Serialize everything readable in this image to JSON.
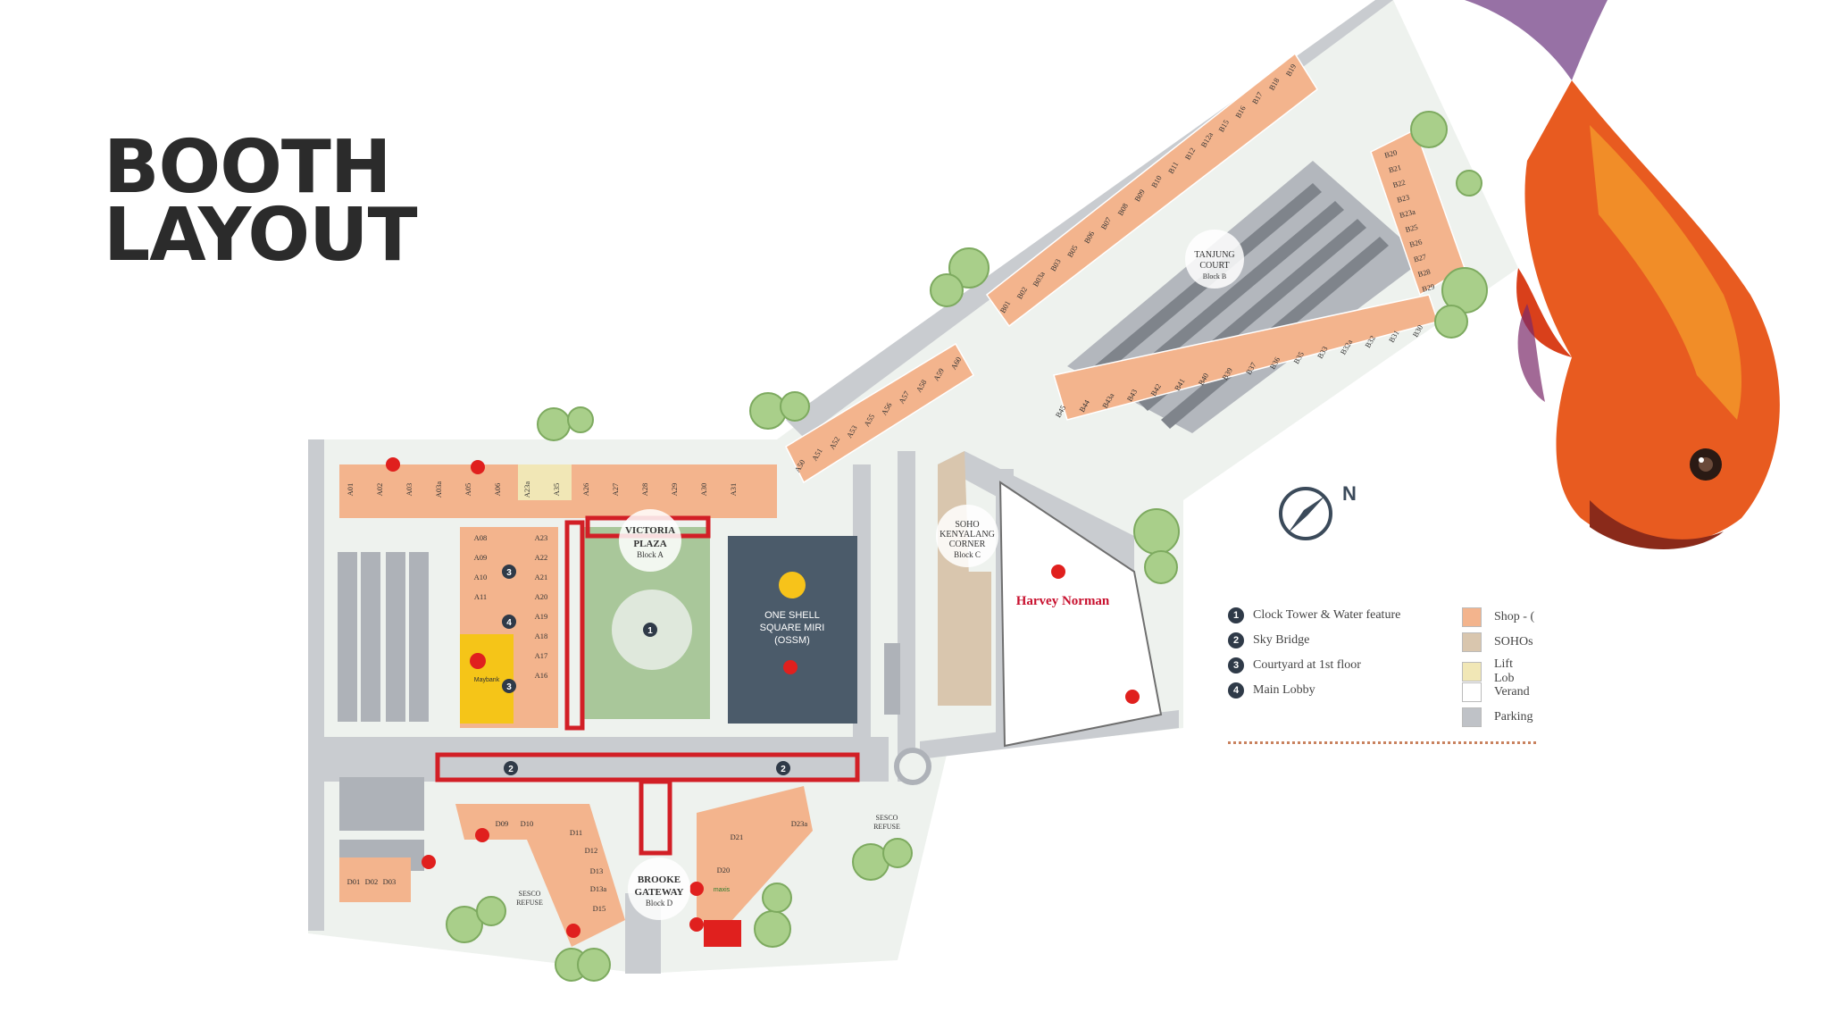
{
  "title": {
    "line1": "BOOTH",
    "line2": "LAYOUT"
  },
  "compass": {
    "label": "N"
  },
  "legend": {
    "numbered": [
      {
        "num": "1",
        "label": "Clock Tower & Water feature"
      },
      {
        "num": "2",
        "label": "Sky Bridge"
      },
      {
        "num": "3",
        "label": "Courtyard at 1st floor"
      },
      {
        "num": "4",
        "label": "Main Lobby"
      }
    ],
    "swatches": [
      {
        "label": "Shop - (",
        "color": "#f3b48d"
      },
      {
        "label": "SOHOs",
        "color": "#d9c6ae"
      },
      {
        "label": "Lift Lob",
        "color": "#f1e7b6"
      },
      {
        "label": "Verand",
        "color": "#ffffff"
      },
      {
        "label": "Parking",
        "color": "#bfc2c7"
      }
    ]
  },
  "map": {
    "blocks": {
      "victoria": {
        "line1": "VICTORIA",
        "line2": "PLAZA",
        "sub": "Block A"
      },
      "ossm": {
        "line1": "ONE SHELL",
        "line2": "SQUARE MIRI",
        "line3": "(OSSM)"
      },
      "soho": {
        "line1": "SOHO",
        "line2": "KENYALANG",
        "line3": "CORNER",
        "sub": "Block C"
      },
      "tanjung": {
        "line1": "TANJUNG",
        "line2": "COURT",
        "sub": "Block B"
      },
      "brooke": {
        "line1": "BROOKE",
        "line2": "GATEWAY",
        "sub": "Block D"
      },
      "harvey": "Harvey Norman",
      "sesco1": {
        "line1": "SESCO",
        "line2": "REFUSE"
      },
      "sesco2": {
        "line1": "SESCO",
        "line2": "REFUSE"
      }
    },
    "units_top": [
      "A01",
      "A02",
      "A03",
      "A03a",
      "A05",
      "A06",
      "A23a",
      "A35",
      "A26",
      "A27",
      "A28",
      "A29",
      "A30",
      "A31"
    ],
    "units_a_left": [
      "A08",
      "A09",
      "A10",
      "A11"
    ],
    "units_a_right": [
      "A23",
      "A22",
      "A21",
      "A20",
      "A19",
      "A18",
      "A17",
      "A16"
    ],
    "units_a_diag": [
      "A50",
      "A51",
      "A52",
      "A53",
      "A55",
      "A56",
      "A57",
      "A58",
      "A59",
      "A60"
    ],
    "units_b_top": [
      "B01",
      "B02",
      "B03a",
      "B03",
      "B05",
      "B06",
      "B07",
      "B08",
      "B09",
      "B10",
      "B11",
      "B12",
      "B12a",
      "B15",
      "B16",
      "B17",
      "B18",
      "B19"
    ],
    "units_b_right": [
      "B20",
      "B21",
      "B22",
      "B23",
      "B23a",
      "B25",
      "B26",
      "B27",
      "B28",
      "B29"
    ],
    "units_b_bottom": [
      "B30",
      "B31",
      "B32",
      "B32a",
      "B33",
      "B35",
      "B36",
      "B37",
      "B39",
      "B40",
      "B41",
      "B42",
      "B43",
      "B43a",
      "B44",
      "B45"
    ],
    "units_d": [
      "D01",
      "D02",
      "D03",
      "D09",
      "D10",
      "D11",
      "D12",
      "D13",
      "D13a",
      "D15",
      "D20",
      "D21",
      "D23a"
    ],
    "markers": [
      "1",
      "2",
      "2",
      "3",
      "3",
      "4"
    ],
    "brands": {
      "maybank": "Maybank",
      "maxis": "maxis"
    }
  }
}
